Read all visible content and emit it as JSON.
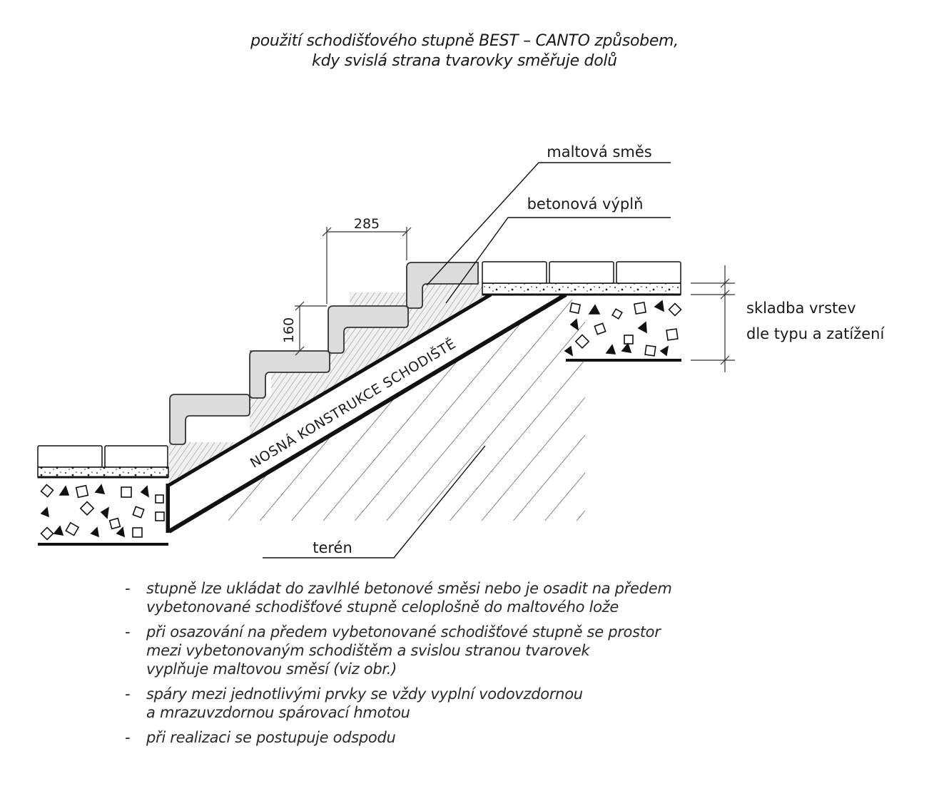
{
  "title": {
    "line1": "použití schodišťového stupně BEST – CANTO způsobem,",
    "line2": "kdy svislá strana tvarovky směřuje dolů"
  },
  "labels": {
    "mortar": "maltová směs",
    "concrete_fill": "betonová výplň",
    "load_structure": "NOSNÁ KONSTRUKCE SCHODIŠTĚ",
    "terrain": "terén",
    "layers_line1": "skladba vrstev",
    "layers_line2": "dle typu a zatížení"
  },
  "dimensions": {
    "tread": "285",
    "riser": "160"
  },
  "notes": [
    {
      "bullet": "-",
      "lines": [
        "stupně lze ukládat do zavlhlé betonové směsi nebo je osadit na předem",
        "vybetonované schodišťové stupně celoplošně do maltového lože"
      ]
    },
    {
      "bullet": "-",
      "lines": [
        "při osazování na předem vybetonované schodišťové stupně se prostor",
        "mezi vybetonovaným schodištěm a svislou stranou tvarovek",
        "vyplňuje maltovou směsí (viz obr.)"
      ]
    },
    {
      "bullet": "-",
      "lines": [
        "spáry mezi jednotlivými prvky se vždy vyplní vodovzdornou",
        "a mrazuvzdornou spárovací hmotou"
      ]
    },
    {
      "bullet": "-",
      "lines": [
        "při realizaci se postupuje odspodu"
      ]
    }
  ],
  "colors": {
    "step_fill": "#dcdcdc",
    "line": "#111111",
    "hatch": "#333333"
  }
}
